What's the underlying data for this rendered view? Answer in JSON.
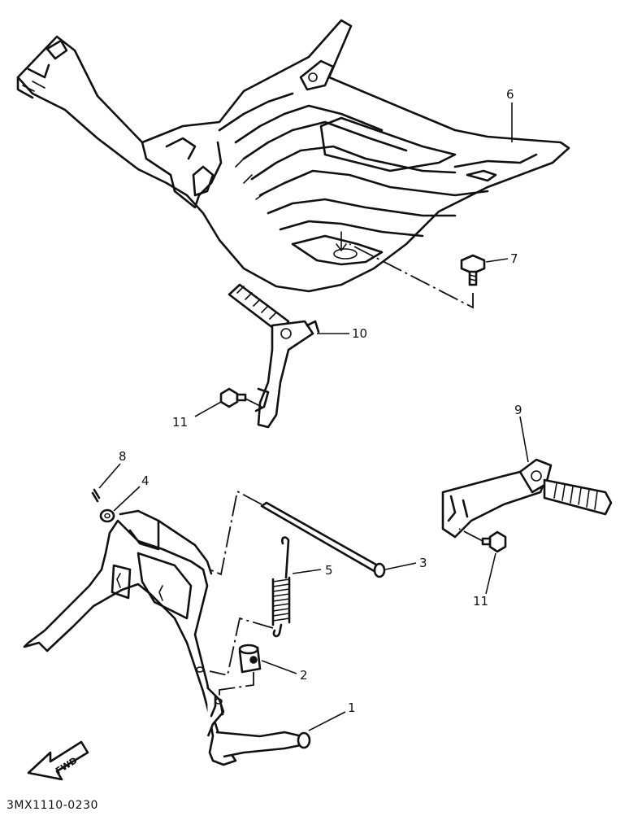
{
  "parts": [
    {
      "id": "1",
      "label": "1",
      "name": "main-stand"
    },
    {
      "id": "2",
      "label": "2",
      "name": "stand-collar"
    },
    {
      "id": "3",
      "label": "3",
      "name": "stand-shaft"
    },
    {
      "id": "4",
      "label": "4",
      "name": "washer"
    },
    {
      "id": "5",
      "label": "5",
      "name": "stand-spring"
    },
    {
      "id": "6",
      "label": "6",
      "name": "footboard"
    },
    {
      "id": "7",
      "label": "7",
      "name": "footboard-bolt"
    },
    {
      "id": "8",
      "label": "8",
      "name": "cotter-pin"
    },
    {
      "id": "9",
      "label": "9",
      "name": "rear-footrest-right"
    },
    {
      "id": "10",
      "label": "10",
      "name": "rear-footrest-left"
    },
    {
      "id": "11",
      "label": "11",
      "name": "footrest-bolt"
    }
  ],
  "callouts": {
    "c6": "6",
    "c7": "7",
    "c10": "10",
    "c11a": "11",
    "c9": "9",
    "c8": "8",
    "c4": "4",
    "c3": "3",
    "c5": "5",
    "c11b": "11",
    "c2": "2",
    "c1": "1"
  },
  "fwd_arrow_label": "FWD",
  "diagram_code": "3MX1110-0230"
}
